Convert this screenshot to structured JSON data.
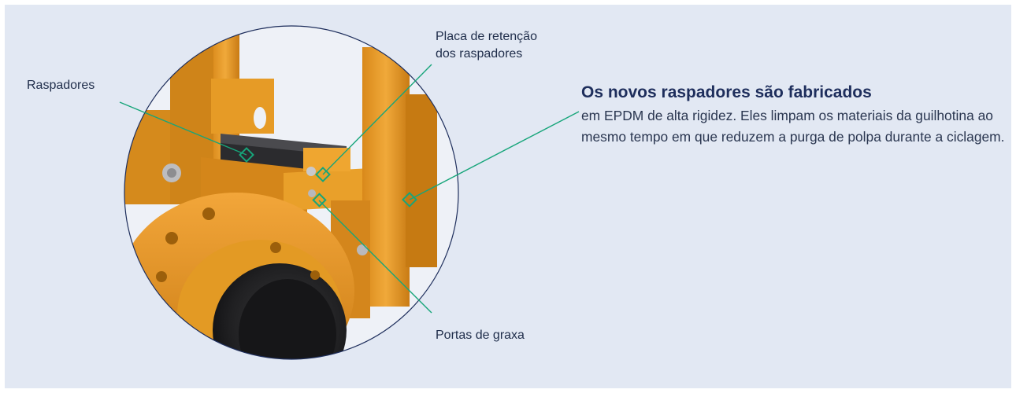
{
  "callouts": {
    "raspadores": "Raspadores",
    "placa_line1": "Placa de retenção",
    "placa_line2": "dos raspadores",
    "portas": "Portas de graxa"
  },
  "description": {
    "title": "Os novos raspadores são fabricados",
    "body": "em EPDM de alta rigidez. Eles limpam os materiais da guilhotina ao mesmo tempo em que reduzem a purga de polpa durante a ciclagem."
  },
  "colors": {
    "background": "#e2e8f3",
    "leader_line": "#17a57a",
    "valve_orange": "#e39a1f",
    "circle_border": "#1e2e5c"
  }
}
